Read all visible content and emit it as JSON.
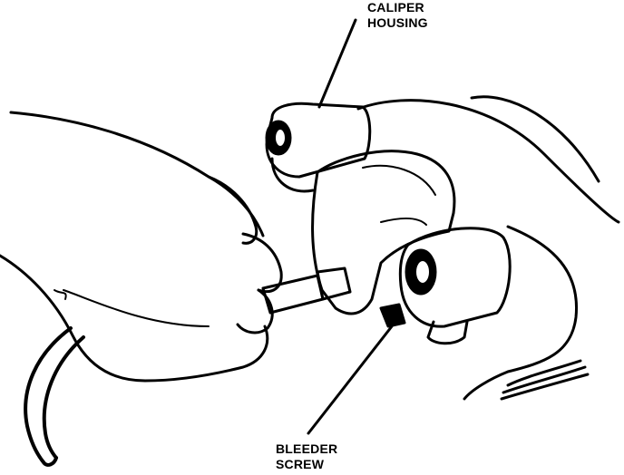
{
  "labels": {
    "caliper_housing": [
      "CALIPER",
      "HOUSING"
    ],
    "bleeder_screw": [
      "BLEEDER",
      "SCREW"
    ]
  },
  "colors": {
    "ink": "#000000",
    "paper": "#ffffff"
  }
}
